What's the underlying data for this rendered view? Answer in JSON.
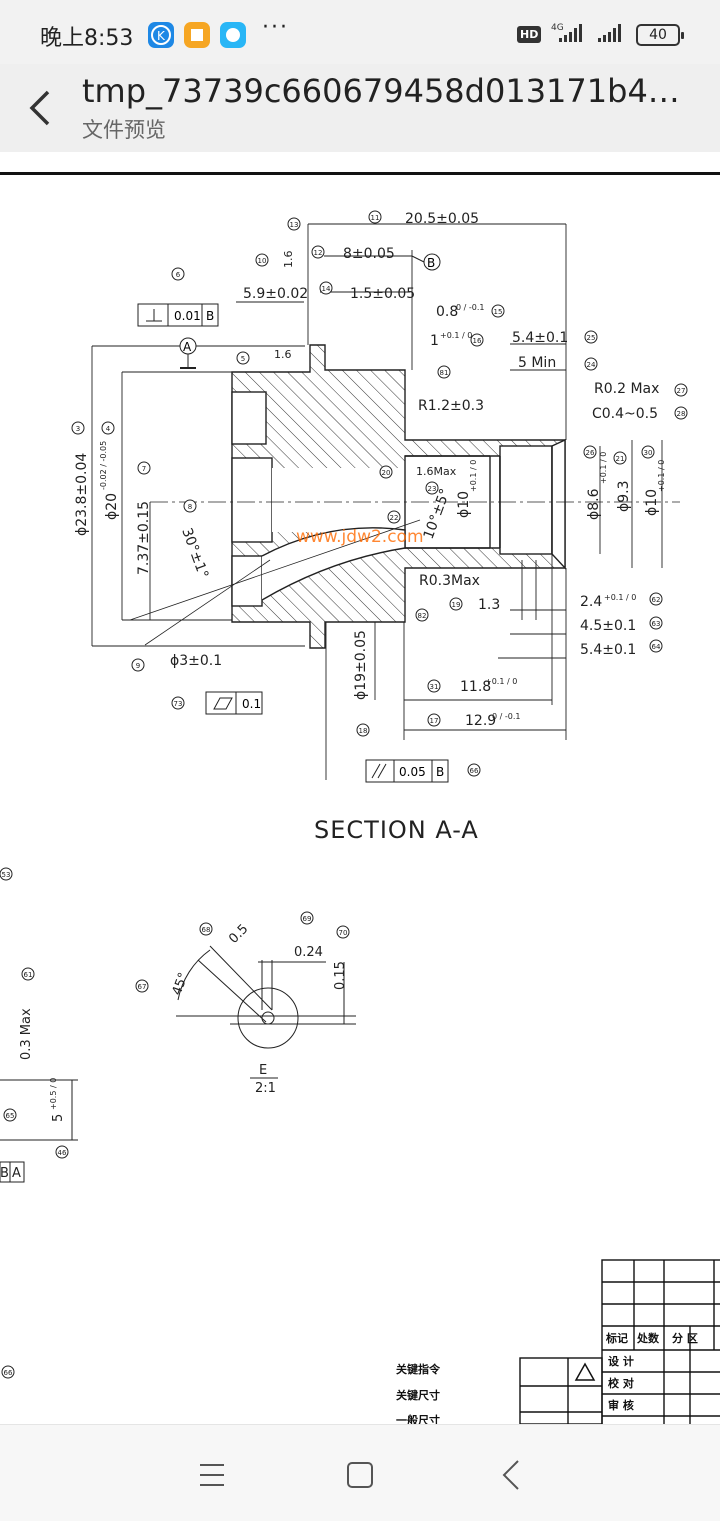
{
  "status_bar": {
    "time": "晚上8:53",
    "dots": "···",
    "hd": "HD",
    "network": "4G",
    "battery": "40"
  },
  "header": {
    "title": "tmp_73739c660679458d013171b4…",
    "subtitle": "文件预览"
  },
  "drawing": {
    "section_label": "SECTION A-A",
    "detail_label": "E",
    "detail_scale": "2:1",
    "watermark": "www.jdw2.com",
    "dims": {
      "d_20_5": "20.5±0.05",
      "d_8": "8±0.05",
      "d_5_9": "5.9±0.02",
      "d_1_5": "1.5±0.05",
      "d_0_8": "0.8",
      "d_0_8_tol": "0 / -0.1",
      "d_1": "1",
      "d_1_tol": "+0.1 / 0",
      "d_5_4a": "5.4±0.1",
      "d_5min": "5 Min",
      "d_r02": "R0.2 Max",
      "d_c04": "C0.4~0.5",
      "d_r12": "R1.2±0.3",
      "d_16max": "1.6Max",
      "d_phi238": "ϕ23.8±0.04",
      "d_phi20": "ϕ20",
      "d_phi20_tol": "-0.02 / -0.05",
      "d_737": "7.37±0.15",
      "d_30deg": "30°±1°",
      "d_phi10a": "ϕ10",
      "d_phi10a_tol": "+0.1 / 0",
      "d_10deg": "10°±5°",
      "d_phi86": "ϕ8.6",
      "d_phi86_tol": "+0.1 / 0",
      "d_phi93": "ϕ9.3",
      "d_phi10b": "ϕ10",
      "d_phi10b_tol": "+0.1 / 0",
      "d_r03": "R0.3Max",
      "d_1_3": "1.3",
      "d_2_4": "2.4",
      "d_2_4_tol": "+0.1 / 0",
      "d_4_5": "4.5±0.1",
      "d_5_4b": "5.4±0.1",
      "d_phi3": "ϕ3±0.1",
      "d_phi19": "ϕ19±0.05",
      "d_11_8": "11.8",
      "d_11_8_tol": "+0.1 / 0",
      "d_12_9": "12.9",
      "d_12_9_tol": "0 / -0.1",
      "d_1_6a": "1.6",
      "d_1_6b": "1.6",
      "datum_a": "A",
      "datum_b": "B",
      "fcf_perp_tol": "0.01",
      "fcf_perp_datum": "B",
      "fcf_flat_tol": "0.1",
      "fcf_par_tol": "0.05",
      "fcf_par_datum": "B",
      "e_0_5": "0.5",
      "e_0_24": "0.24",
      "e_0_15": "0.15",
      "e_45": "45°",
      "l_03max": "0.3 Max",
      "l_5": "5",
      "l_5_tol": "+0.5 / 0",
      "l_frame_b": "B",
      "l_frame_a": "A"
    },
    "balloons": [
      "11",
      "13",
      "12",
      "10",
      "6",
      "14",
      "15",
      "16",
      "25",
      "24",
      "27",
      "28",
      "5",
      "81",
      "3",
      "4",
      "7",
      "8",
      "20",
      "22",
      "23",
      "26",
      "21",
      "30",
      "9",
      "73",
      "19",
      "62",
      "63",
      "64",
      "31",
      "17",
      "18",
      "82",
      "66",
      "53",
      "61",
      "68",
      "69",
      "70",
      "67",
      "65",
      "66",
      "46"
    ],
    "title_block": {
      "h_mark": "标记",
      "h_count": "处数",
      "h_zone": "分 区",
      "r_design": "设 计",
      "r_check": "校 对",
      "r_review": "审 核",
      "key_cmd": "关键指令",
      "key_dim": "关键尺寸",
      "gen_dim": "一般尺寸"
    }
  },
  "colors": {
    "status_bg": "#f2f2f2",
    "header_bg": "#efefef",
    "hatch": "#333333",
    "watermark": "#ff6a00"
  }
}
